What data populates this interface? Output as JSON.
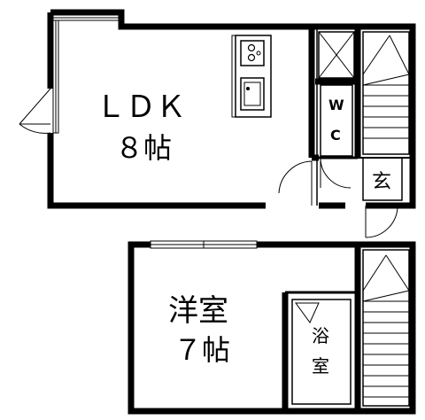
{
  "rooms": {
    "ldk": {
      "name": "ＬＤＫ",
      "size": "８帖"
    },
    "western": {
      "name": "洋室",
      "size": "７帖"
    },
    "wc": {
      "line1": "W",
      "line2": "C"
    },
    "entrance": {
      "name": "玄"
    },
    "bath": {
      "line1": "浴",
      "line2": "室"
    }
  },
  "colors": {
    "wall": "#000000",
    "line": "#000000",
    "background": "#ffffff"
  }
}
